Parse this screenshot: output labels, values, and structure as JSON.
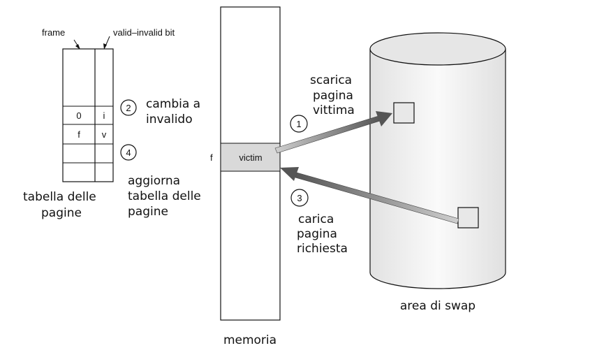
{
  "page_table": {
    "frame_label": "frame",
    "valid_bit_label": "valid–invalid bit",
    "rows": [
      {
        "frame": "0",
        "bit": "i"
      },
      {
        "frame": "f",
        "bit": "v"
      }
    ],
    "caption_line1": "tabella delle",
    "caption_line2": "pagine"
  },
  "steps": {
    "step1": {
      "number": "1",
      "line1": "scarica",
      "line2": "pagina",
      "line3": "vittima"
    },
    "step2": {
      "number": "2",
      "line1": "cambia a",
      "line2": "invalido"
    },
    "step3": {
      "number": "3",
      "line1": "carica",
      "line2": "pagina",
      "line3": "richiesta"
    },
    "step4": {
      "number": "4",
      "line1": "aggiorna",
      "line2": "tabella delle",
      "line3": "pagine"
    }
  },
  "memory": {
    "frame_label": "f",
    "victim_label": "victim",
    "caption": "memoria"
  },
  "swap": {
    "caption": "area di swap"
  },
  "colors": {
    "victim_fill": "#d9d9d9",
    "swap_top": "#e6e6e6",
    "swap_body": "#f2f2f2",
    "arrow_dark": "#555555",
    "arrow_light": "#cfcfcf"
  }
}
